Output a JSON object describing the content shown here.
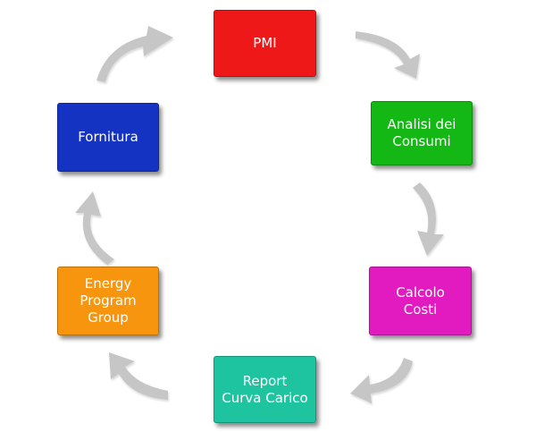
{
  "colors": {
    "arrow": "#c6c6c6",
    "pmi": "#ef1818",
    "analisi": "#14b814",
    "calcolo": "#e21bc0",
    "report": "#1ec4a0",
    "energy": "#f7950e",
    "fornitura": "#1533c2"
  },
  "nodes": {
    "pmi": "PMI",
    "analisi": "Analisi dei\nConsumi",
    "calcolo": "Calcolo\nCosti",
    "report": "Report\nCurva Carico",
    "energy": "Energy\nProgram\nGroup",
    "fornitura": "Fornitura"
  }
}
